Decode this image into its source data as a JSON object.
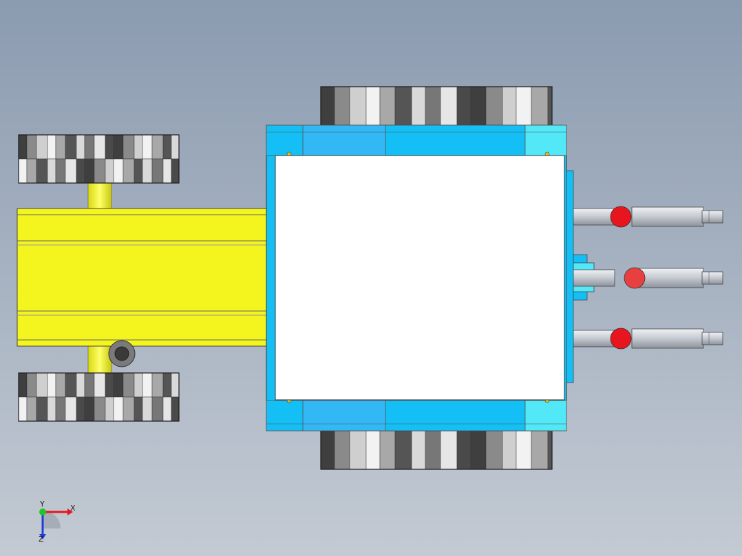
{
  "viewport": {
    "background_top": "#8b9bb0",
    "background_bottom": "#c3cad3"
  },
  "model": {
    "colors": {
      "arm": "#f4f41e",
      "chassis": "#14bff5",
      "chassis_light": "#52e8f7",
      "top_plate": "#ffffff",
      "valve_knob": "#e8141e",
      "fitting": "#c9cdd4",
      "wheel_dark": "#3f3f3f",
      "wheel_light": "#e6e6e6"
    },
    "icons": {
      "cylinders": "cylinder-icon",
      "wheels": "wheel-icon",
      "valves": "valve-knob-icon"
    }
  },
  "triad": {
    "x_label": "X",
    "y_label": "Y",
    "z_label": "Z",
    "x_color": "#e8141e",
    "y_color": "#1ec81e",
    "z_color": "#1e3cdc"
  }
}
